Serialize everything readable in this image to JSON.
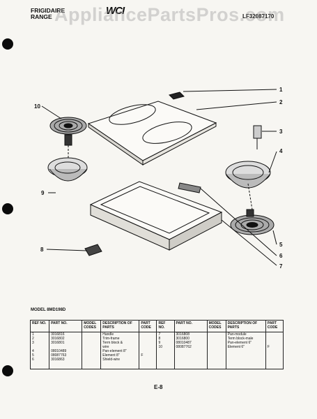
{
  "header": {
    "brand_line1": "FRIGIDAIRE",
    "brand_line2": "RANGE",
    "logo_text": "WCI",
    "model_code": "LF32087170",
    "watermark": "AppliancePartsPros.com"
  },
  "callouts": [
    "1",
    "2",
    "3",
    "4",
    "5",
    "6",
    "7",
    "8",
    "9",
    "10"
  ],
  "model_label": "MODEL 8MD198D",
  "table": {
    "headers_left": [
      "REF NO.",
      "PART NO.",
      "MODEL CODES",
      "DESCRIPTION OF PARTS",
      "PART CODE"
    ],
    "headers_right": [
      "REF NO.",
      "PART NO.",
      "MODEL CODES",
      "DESCRIPTION OF PARTS",
      "PART CODE"
    ],
    "rows": [
      {
        "ref_l": "1",
        "part_l": "3016816",
        "desc_l": "Handle",
        "code_l": "",
        "ref_r": "7",
        "part_r": "3016808",
        "desc_r": "Pan-module",
        "code_r": ""
      },
      {
        "ref_l": "2",
        "part_l": "3016802",
        "desc_l": "Trim-frame",
        "code_l": "",
        "ref_r": "8",
        "part_r": "3016800",
        "desc_r": "Term block-male",
        "code_r": ""
      },
      {
        "ref_l": "3",
        "part_l": "3016801",
        "desc_l": "Term block &",
        "code_l": "",
        "ref_r": "9",
        "part_r": "08010487",
        "desc_r": "Pan-element 6\"",
        "code_r": ""
      },
      {
        "ref_l": "",
        "part_l": "",
        "desc_l": "wire",
        "code_l": "",
        "ref_r": "10",
        "part_r": "08087762",
        "desc_r": "Element 6\"",
        "code_r": "F"
      },
      {
        "ref_l": "4",
        "part_l": "08010489",
        "desc_l": "Pan-element 8\"",
        "code_l": "",
        "ref_r": "",
        "part_r": "",
        "desc_r": "",
        "code_r": ""
      },
      {
        "ref_l": "5",
        "part_l": "08087763",
        "desc_l": "Element 8\"",
        "code_l": "F",
        "ref_r": "",
        "part_r": "",
        "desc_r": "",
        "code_r": ""
      },
      {
        "ref_l": "6",
        "part_l": "3016863",
        "desc_l": "Shield-wire",
        "code_l": "",
        "ref_r": "",
        "part_r": "",
        "desc_r": "",
        "code_r": ""
      }
    ]
  },
  "page_number": "E-8",
  "colors": {
    "ink": "#111111",
    "paper": "#f7f6f2"
  }
}
